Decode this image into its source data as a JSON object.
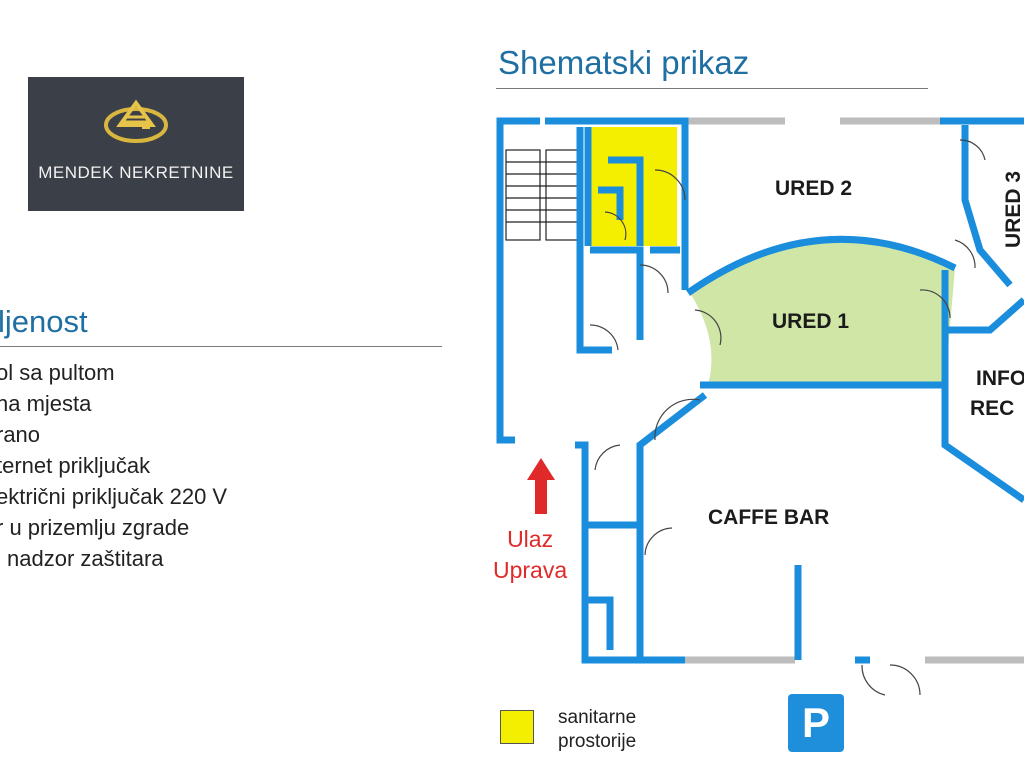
{
  "logo": {
    "text": "MENDEK NEKRETNINE",
    "icon": "house-swoosh-icon"
  },
  "section": {
    "title": "ljenost"
  },
  "features": [
    "ol sa pultom",
    "na mjesta",
    "rano",
    "ternet priključak",
    "ektrični priključak 220 V",
    "r u prizemlju zgrade",
    "i nadzor zaštitara"
  ],
  "plan": {
    "title": "Shematski prikaz",
    "rooms": {
      "ured2": "URED 2",
      "ured3": "URED 3",
      "ured1": "URED 1",
      "info1": "INFO",
      "info2": "REC",
      "caffe": "CAFFE BAR"
    },
    "entry": {
      "line1": "Ulaz",
      "line2": "Uprava"
    }
  },
  "legend": {
    "line1": "sanitarne",
    "line2": "prostorije"
  },
  "parking": {
    "label": "P"
  },
  "colors": {
    "wall": "#1a8ddc",
    "sanitary": "#f4ee00",
    "office1": "#cfe6a6",
    "title": "#1f6fa3",
    "arrow": "#e02a2a"
  }
}
